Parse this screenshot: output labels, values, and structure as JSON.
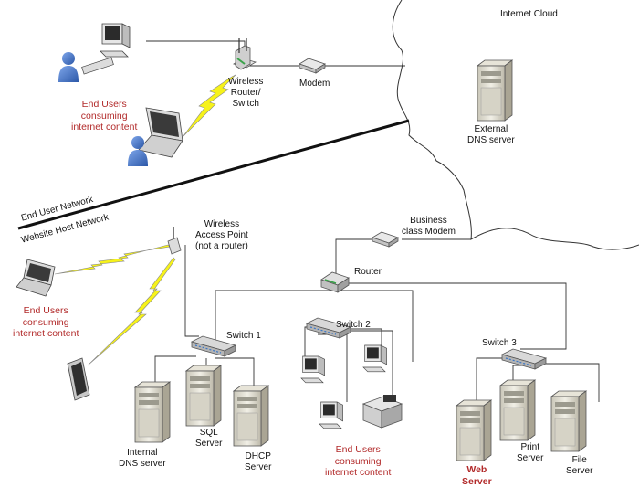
{
  "labels": {
    "internet_cloud": "Internet Cloud",
    "external_dns": "External\nDNS server",
    "wireless_router": "Wireless\nRouter/\nSwitch",
    "modem": "Modem",
    "end_users_top": "End Users\nconsuming\ninternet content",
    "end_user_network": "End User Network",
    "website_host_network": "Website Host Network",
    "wireless_ap": "Wireless\nAccess Point\n(not a router)",
    "business_modem": "Business\nclass Modem",
    "router": "Router",
    "switch1": "Switch 1",
    "switch2": "Switch 2",
    "switch3": "Switch 3",
    "end_users_left": "End Users\nconsuming\ninternet content",
    "internal_dns": "Internal\nDNS server",
    "sql_server": "SQL\nServer",
    "dhcp_server": "DHCP\nServer",
    "end_users_bottom": "End Users\nconsuming\ninternet content",
    "web_server": "Web\nServer",
    "print_server": "Print\nServer",
    "file_server": "File\nServer"
  },
  "colors": {
    "accent_red": "#b22a2a",
    "wireless_bolt": "#f6f21a",
    "user_blue": "#3f6fc4",
    "line": "#333333"
  }
}
